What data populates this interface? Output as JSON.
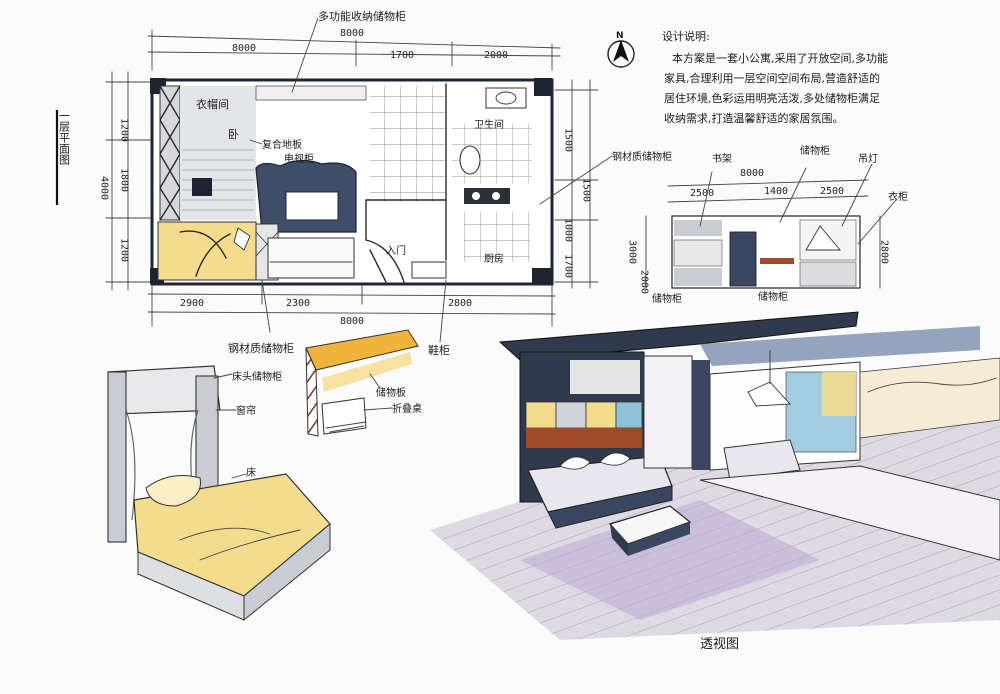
{
  "colors": {
    "ink": "#2a2a2a",
    "navy": "#2f3a4c",
    "yellow": "#f3dc8e",
    "lavender": "#cdbfe0",
    "wood": "#a04a2a",
    "paper": "#fbfbfb"
  },
  "sheet": {
    "plan_title": "一层平面图",
    "north_arrow": "N",
    "perspective_title": "透视图"
  },
  "plan": {
    "dims_top": [
      "8000",
      "1700",
      "2000"
    ],
    "dims_bottom": [
      "2900",
      "2300",
      "2800",
      "8000"
    ],
    "dims_left": [
      "1200",
      "1800",
      "1200",
      "4000"
    ],
    "dims_right": [
      "1500",
      "1500",
      "1000",
      "1700"
    ],
    "rooms": {
      "cloakroom": "衣帽间",
      "bedroom_label": "卧",
      "tv": "电视柜",
      "bathroom": "卫生间",
      "kitchen": "厨房",
      "door": "入门"
    }
  },
  "callouts": {
    "storage_cabinet": "多功能收纳储物柜",
    "cabinet_dim": "8000",
    "floor": "复合地板",
    "wall_cabinet": "钢材质储物柜",
    "shoe_cabinet": "鞋柜",
    "custom_cabinet": "钢材质储物柜",
    "bed_cabinet": "床头储物柜",
    "curtain": "窗帘",
    "bed": "床",
    "shelf": "储物板",
    "desk": "折叠桌",
    "storage_shelf": "储物柜",
    "cabinet_top": "储物柜",
    "bookshelf": "书架",
    "lamp": "吊灯",
    "elevation_dims": [
      "2500",
      "1400",
      "2500"
    ],
    "elevation_height": "8000",
    "elevation_left_dims": [
      "3000",
      "2000"
    ],
    "elevation_right_dim": "2800",
    "elev_label_a": "储物柜",
    "elev_label_b": "衣柜"
  },
  "design_notes": {
    "heading": "设计说明:",
    "lines": [
      "本方案是一套小公寓,采用了开放空间,多功能",
      "家具,合理利用一层空间空间布局,营造舒适的",
      "居住环境,色彩运用明亮活泼,多处储物柜满足",
      "收纳需求,打造温馨舒适的家居氛围。"
    ]
  }
}
